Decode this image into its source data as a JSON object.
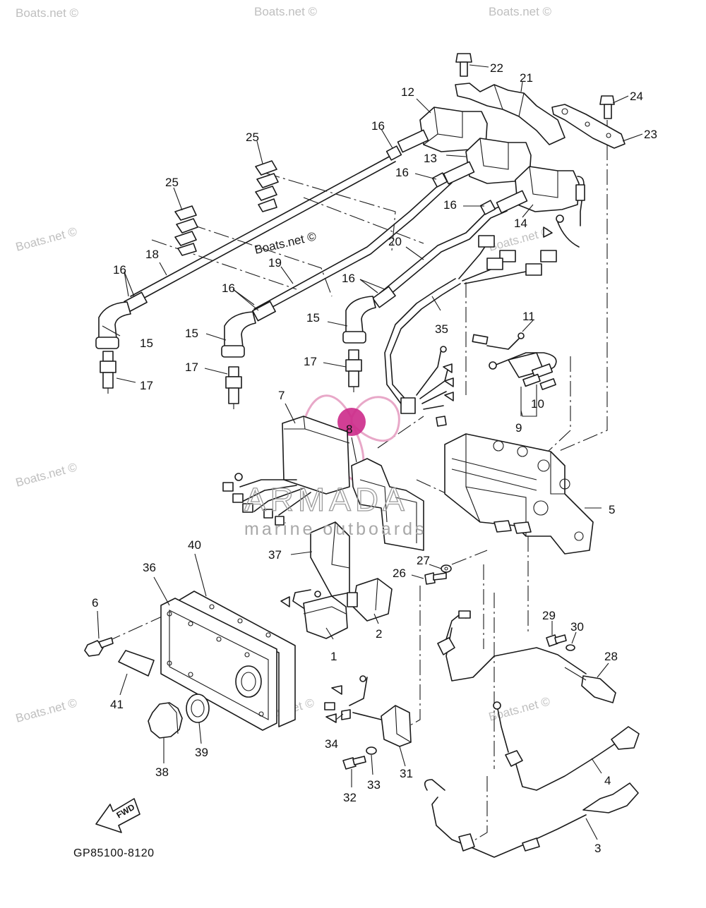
{
  "diagram": {
    "code": "GP85100-8120",
    "fwd_label": "FWD",
    "watermark_site": "Boats.net ©",
    "watermark_center": "Boats.net ©",
    "brand_name": "ARMADA",
    "brand_tagline": "marine outboards",
    "colors": {
      "line": "#1a1a1a",
      "logo_pink": "#e8a8c8",
      "logo_magenta": "#cc2a8a",
      "watermark": "#bfbfbf"
    },
    "callouts": {
      "c1": "1",
      "c2": "2",
      "c3": "3",
      "c4": "4",
      "c5": "5",
      "c6": "6",
      "c7": "7",
      "c8": "8",
      "c9": "9",
      "c10": "10",
      "c11": "11",
      "c12": "12",
      "c13": "13",
      "c14": "14",
      "c15a": "15",
      "c15b": "15",
      "c15c": "15",
      "c16a": "16",
      "c16b": "16",
      "c16c": "16",
      "c16d": "16",
      "c16e": "16",
      "c16f": "16",
      "c17a": "17",
      "c17b": "17",
      "c17c": "17",
      "c18": "18",
      "c19": "19",
      "c20": "20",
      "c21": "21",
      "c22": "22",
      "c23": "23",
      "c24": "24",
      "c25a": "25",
      "c25b": "25",
      "c26": "26",
      "c27": "27",
      "c28": "28",
      "c29": "29",
      "c30": "30",
      "c31": "31",
      "c32": "32",
      "c33": "33",
      "c34": "34",
      "c35": "35",
      "c36": "36",
      "c37": "37",
      "c38": "38",
      "c39": "39",
      "c40": "40",
      "c41": "41"
    }
  }
}
